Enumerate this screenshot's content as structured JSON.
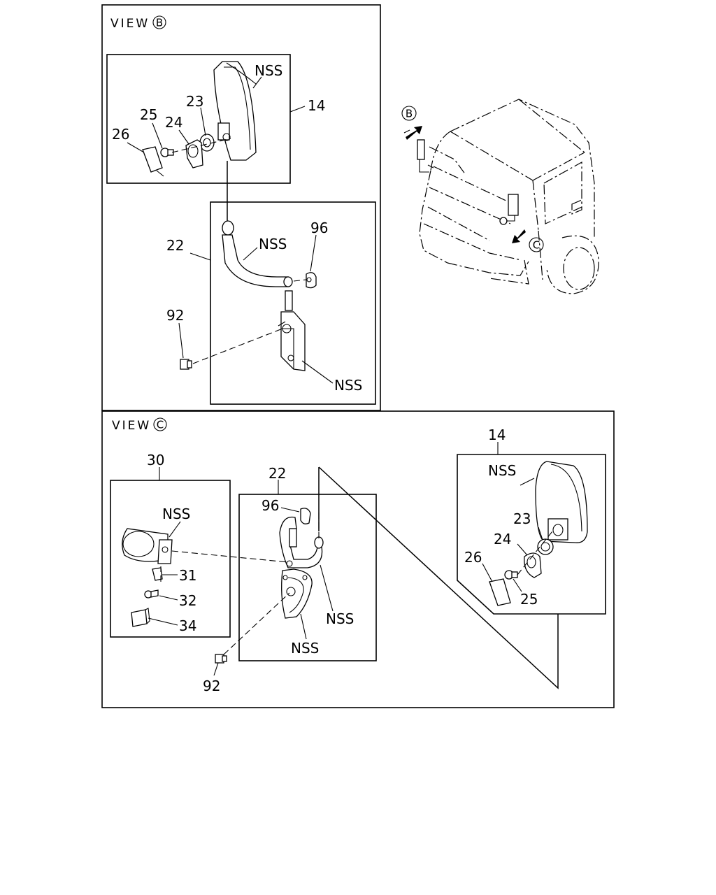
{
  "views": {
    "b": {
      "title": "VIEW",
      "letter": "B"
    },
    "c": {
      "title": "VIEW",
      "letter": "C"
    }
  },
  "truck": {
    "marker_b": "B",
    "marker_c": "C"
  },
  "view_b_labels": {
    "p14": "14",
    "p22": "22",
    "p23": "23",
    "p24": "24",
    "p25": "25",
    "p26": "26",
    "p92": "92",
    "p96": "96",
    "nss_mirror": "NSS",
    "nss_stay": "NSS",
    "nss_bracket": "NSS"
  },
  "view_c_labels": {
    "p14": "14",
    "p22": "22",
    "p23": "23",
    "p24": "24",
    "p25": "25",
    "p26": "26",
    "p30": "30",
    "p31": "31",
    "p32": "32",
    "p34": "34",
    "p92": "92",
    "p96": "96",
    "nss_30": "NSS",
    "nss_mirror": "NSS",
    "nss_stay": "NSS",
    "nss_bracket": "NSS"
  }
}
